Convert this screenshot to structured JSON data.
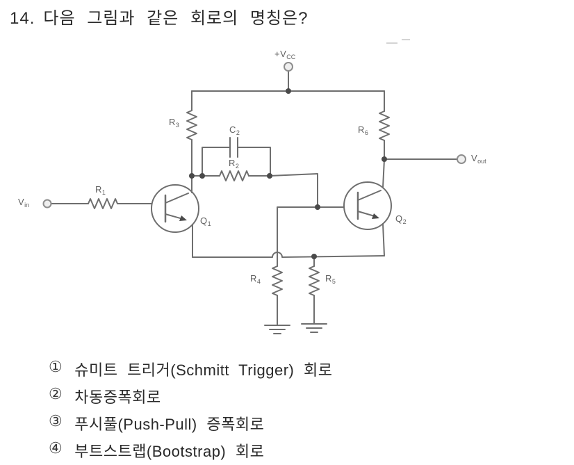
{
  "question": {
    "number": "14.",
    "text": "다음 그림과 같은 회로의 명칭은?"
  },
  "circuit": {
    "wire_color": "#6e6e6e",
    "label_color": "#606060",
    "labels": {
      "vcc": {
        "base": "+V",
        "sub": "CC"
      },
      "r1": {
        "base": "R",
        "sub": "1"
      },
      "r2": {
        "base": "R",
        "sub": "2"
      },
      "r3": {
        "base": "R",
        "sub": "3"
      },
      "r4": {
        "base": "R",
        "sub": "4"
      },
      "r5": {
        "base": "R",
        "sub": "5"
      },
      "r6": {
        "base": "R",
        "sub": "6"
      },
      "c2": {
        "base": "C",
        "sub": "2"
      },
      "q1": {
        "base": "Q",
        "sub": "1"
      },
      "q2": {
        "base": "Q",
        "sub": "2"
      },
      "vin": {
        "base": "V",
        "sub": "in"
      },
      "vout": {
        "base": "V",
        "sub": "out"
      }
    }
  },
  "options": [
    {
      "marker": "①",
      "text": "슈미트 트리거(Schmitt Trigger) 회로"
    },
    {
      "marker": "②",
      "text": "차동증폭회로"
    },
    {
      "marker": "③",
      "text": "푸시풀(Push-Pull) 증폭회로"
    },
    {
      "marker": "④",
      "text": "부트스트랩(Bootstrap) 회로"
    }
  ]
}
